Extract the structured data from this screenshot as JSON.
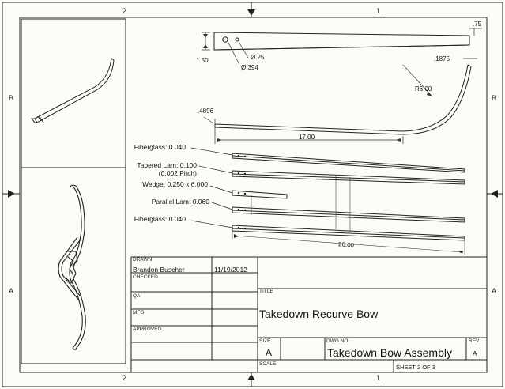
{
  "zones": {
    "top_left": "2",
    "top_right": "1",
    "bottom_left": "2",
    "bottom_right": "1",
    "left_upper": "B",
    "left_lower": "A",
    "right_upper": "B",
    "right_lower": "A"
  },
  "dimensions": {
    "height": "1.50",
    "hole_small": "Ø.25",
    "hole_large": "Ø.394",
    "tip_width": ".75",
    "tip_thickness": ".1875",
    "radius": "R6.00",
    "thickness": ".4896",
    "length": "17.00",
    "lam_length": "26.00"
  },
  "layers": [
    {
      "line1": "Fiberglass: 0.040",
      "line2": ""
    },
    {
      "line1": "Tapered Lam: 0.100",
      "line2": "(0.002 Pitch)"
    },
    {
      "line1": "Wedge: 0.250 x 6.000",
      "line2": ""
    },
    {
      "line1": "Parallel Lam: 0.060",
      "line2": ""
    },
    {
      "line1": "Fiberglass: 0.040",
      "line2": ""
    }
  ],
  "title_block": {
    "drawn_label": "DRAWN",
    "drawn_name": "Brandon Buscher",
    "drawn_date": "11/19/2012",
    "checked_label": "CHECKED",
    "qa_label": "QA",
    "mfg_label": "MFG",
    "approved_label": "APPROVED",
    "title_label": "TITLE",
    "title": "Takedown Recurve Bow",
    "size_label": "SIZE",
    "size": "A",
    "dwg_no_label": "DWG NO",
    "dwg_no": "Takedown Bow Assembly",
    "rev_label": "REV",
    "rev": "A",
    "scale_label": "SCALE",
    "sheet": "SHEET 2  OF 3"
  }
}
